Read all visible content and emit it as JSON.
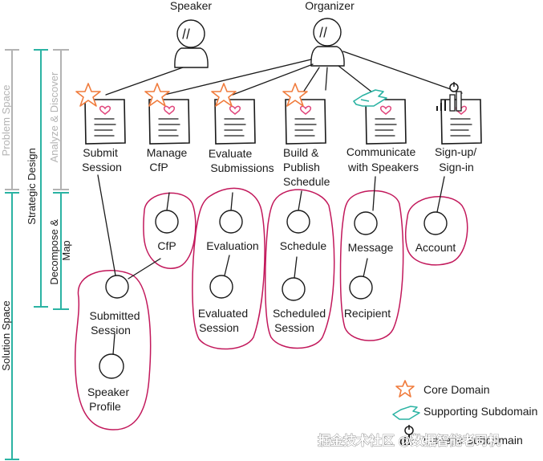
{
  "actors": {
    "speaker": "Speaker",
    "organizer": "Organizer"
  },
  "side_labels": {
    "problem_space": "Problem Space",
    "analyze_discover": "Analyze & Discover",
    "strategic_design": "Strategic Design",
    "decompose_map": [
      "Decompose &",
      "Map"
    ],
    "solution_space": "Solution Space"
  },
  "capabilities": [
    {
      "lines": [
        "Submit",
        "Session"
      ],
      "marker": "core"
    },
    {
      "lines": [
        "Manage",
        "CfP"
      ],
      "marker": "core"
    },
    {
      "lines": [
        "Evaluate",
        "Submissions"
      ],
      "marker": "core"
    },
    {
      "lines": [
        "Build &",
        "Publish",
        "Schedule"
      ],
      "marker": "core"
    },
    {
      "lines": [
        "Communicate",
        "with Speakers"
      ],
      "marker": "supporting"
    },
    {
      "lines": [
        "Sign-up/",
        "Sign-in"
      ],
      "marker": "generic"
    }
  ],
  "entities": {
    "submitted_session": [
      "Submitted",
      "Session"
    ],
    "speaker_profile": [
      "Speaker",
      "Profile"
    ],
    "cfp": [
      "CfP"
    ],
    "evaluation": [
      "Evaluation"
    ],
    "evaluated_session": [
      "Evaluated",
      "Session"
    ],
    "schedule": [
      "Schedule"
    ],
    "scheduled_session": [
      "Scheduled",
      "Session"
    ],
    "message": [
      "Message"
    ],
    "recipient": [
      "Recipient"
    ],
    "account": [
      "Account"
    ]
  },
  "legend": {
    "core": "Core Domain",
    "supporting": "Supporting Subdomain",
    "generic": "Generic Subdomain"
  },
  "watermark": "掘金技术社区 @数据智能老司机",
  "colors": {
    "core_star": "#f07b3c",
    "supporting": "#2bb3a3",
    "boundary": "#c2185b",
    "teal_bracket": "#2bb3a3",
    "gray_bracket": "#b3b3b3",
    "heart": "#e0457b"
  }
}
